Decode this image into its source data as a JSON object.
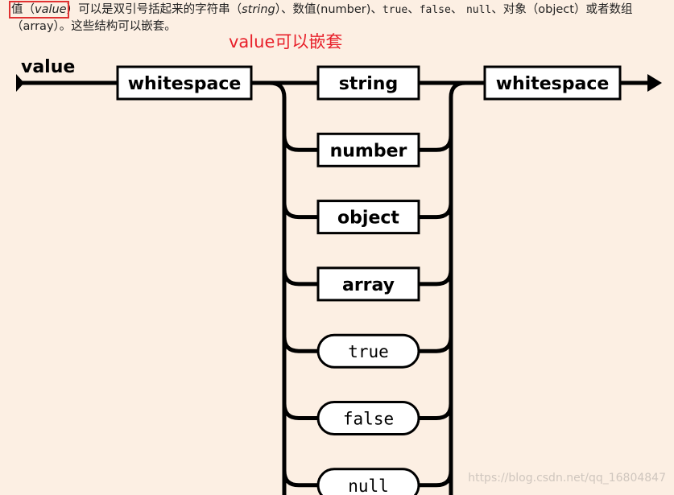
{
  "intro": {
    "part1": "值（",
    "value_word": "value",
    "part2": "）",
    "part3": "可以是双引号括起来的字符串（",
    "string_word": "string",
    "part4": "）、数值(number)、",
    "true_code": "true",
    "sep1": "、",
    "false_code": "false",
    "sep2": "、 ",
    "null_code": "null",
    "part5": "、对象（object）或者数组（array）。这些结构可以嵌套。"
  },
  "annotation": "value可以嵌套",
  "diagram": {
    "title": "value",
    "left_box": "whitespace",
    "right_box": "whitespace",
    "options": [
      {
        "label": "string",
        "kind": "box"
      },
      {
        "label": "number",
        "kind": "box"
      },
      {
        "label": "object",
        "kind": "box"
      },
      {
        "label": "array",
        "kind": "box"
      },
      {
        "label": "true",
        "kind": "literal"
      },
      {
        "label": "false",
        "kind": "literal"
      },
      {
        "label": "null",
        "kind": "literal"
      }
    ]
  },
  "watermark": "https://blog.csdn.net/qq_16804847",
  "colors": {
    "background": "#fcefe3",
    "annotation": "#e8202a",
    "highlight_box": "#e03131",
    "line": "#000000"
  }
}
